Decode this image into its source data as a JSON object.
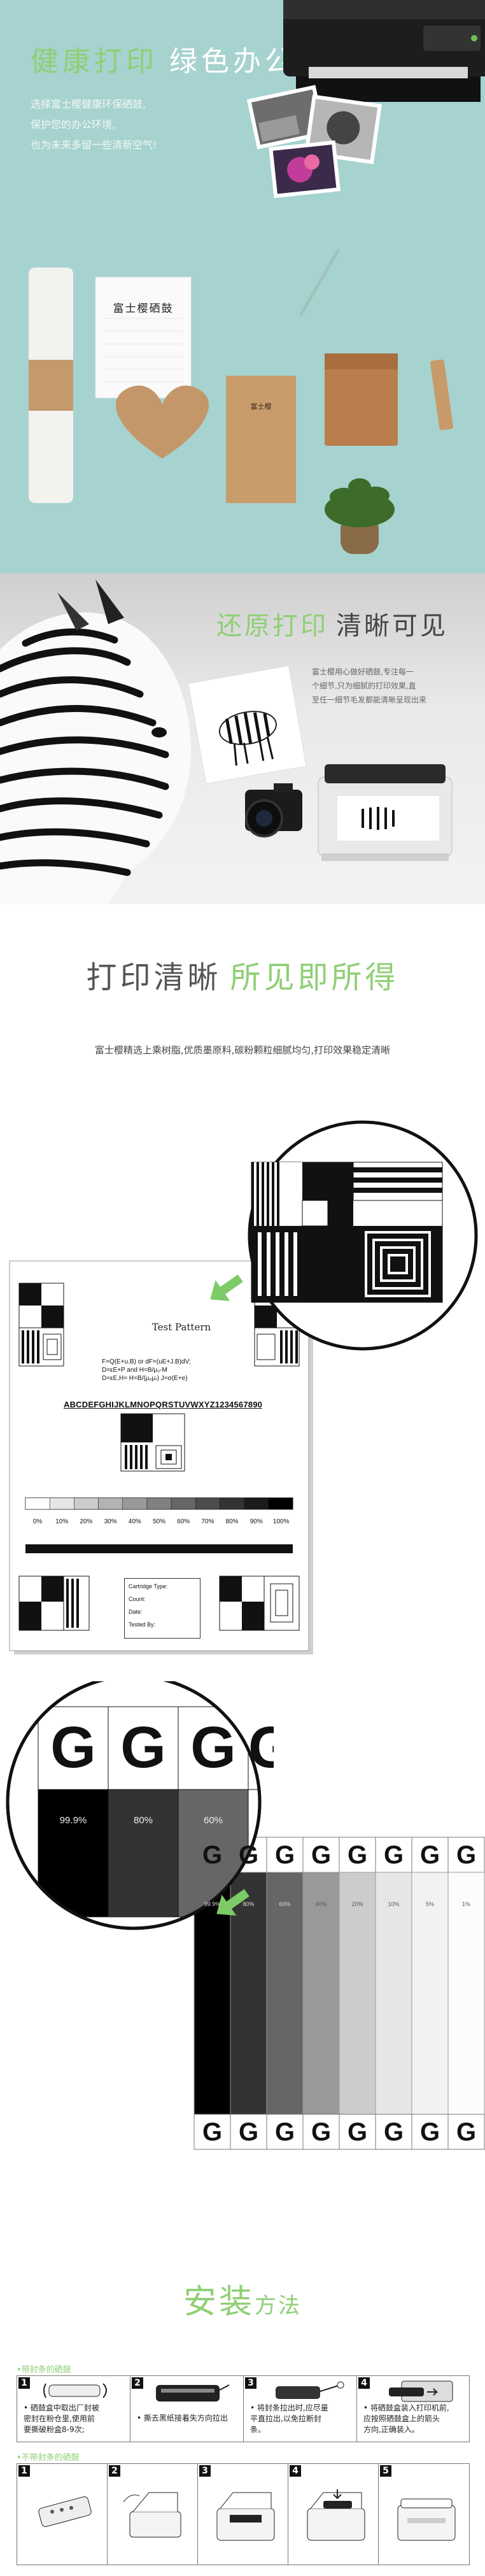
{
  "hero": {
    "title_green": "健康打印",
    "title_white": "绿色办公",
    "lines": [
      "选择富士樱健康环保硒鼓,",
      "保护您的办公环境,",
      "也为未来多留一些清新空气!"
    ],
    "notepad_brand": "富士樱硒鼓",
    "card_brand": "富士樱",
    "colors": {
      "background": "#a6d3cf",
      "green": "#8fcf74"
    }
  },
  "zebra": {
    "title_green": "还原打印",
    "title_dark": "清晰可见",
    "lines": [
      "富士樱用心做好硒鼓,专注每一",
      "个细节,只为细腻的打印效果,直",
      "至任一细节毛发都能清晰呈现出来"
    ]
  },
  "clarity": {
    "title_dark": "打印清晰",
    "title_green": "所见即所得",
    "subtitle": "富士樱精选上乘树脂,优质墨原料,碳粉颗粒细腻均匀,打印效果稳定清晰"
  },
  "test_page": {
    "title": "Test Pattern",
    "formulas": [
      "F=Q(E+u.B)   or   dF=(uE+J.B)dV;",
      "D=εE+P      and     H=B/μ₀-M",
      "D=εE,H=         H=B/(μ₀μᵣ)   J=σ(E+e)"
    ],
    "alphabet": "ABCDEFGHIJKLMNOPQRSTUVWXYZ1234567890",
    "percent_labels": [
      "0%",
      "10%",
      "20%",
      "30%",
      "40%",
      "50%",
      "60%",
      "70%",
      "80%",
      "90%",
      "100%"
    ],
    "cartridge_fields": [
      "Cartridge Type:",
      "Count:",
      "Date:",
      "Tested By:"
    ]
  },
  "grayscale": {
    "letter": "G",
    "zoom_percents": [
      "99.9%",
      "80%",
      "60%"
    ],
    "bar_percents": [
      "99.9%",
      "80%",
      "60%",
      "40%",
      "20%",
      "10%",
      "5%",
      "1%"
    ]
  },
  "install": {
    "title_big": "安装",
    "title_small": "方法",
    "row1_label": "•带封条的硒鼓",
    "row2_label": "•不带封条的硒鼓",
    "row1_steps": [
      {
        "num": "1",
        "text": [
          "• 硒鼓盒中取出厂封被",
          "  密封在粉仓里,使用前",
          "  要撕破粉盒8-9次;"
        ]
      },
      {
        "num": "2",
        "text": [
          "• 撕去黑纸接着失方向拉出"
        ]
      },
      {
        "num": "3",
        "text": [
          "• 将封条拉出时,应尽量",
          "  平直拉出,以免拉断封",
          "  条。"
        ]
      },
      {
        "num": "4",
        "text": [
          "• 将硒鼓盒装入打印机前,",
          "  应按照硒鼓盒上的箭头",
          "  方向,正确装入。"
        ]
      }
    ],
    "row2_steps": [
      "1",
      "2",
      "3",
      "4",
      "5"
    ]
  }
}
